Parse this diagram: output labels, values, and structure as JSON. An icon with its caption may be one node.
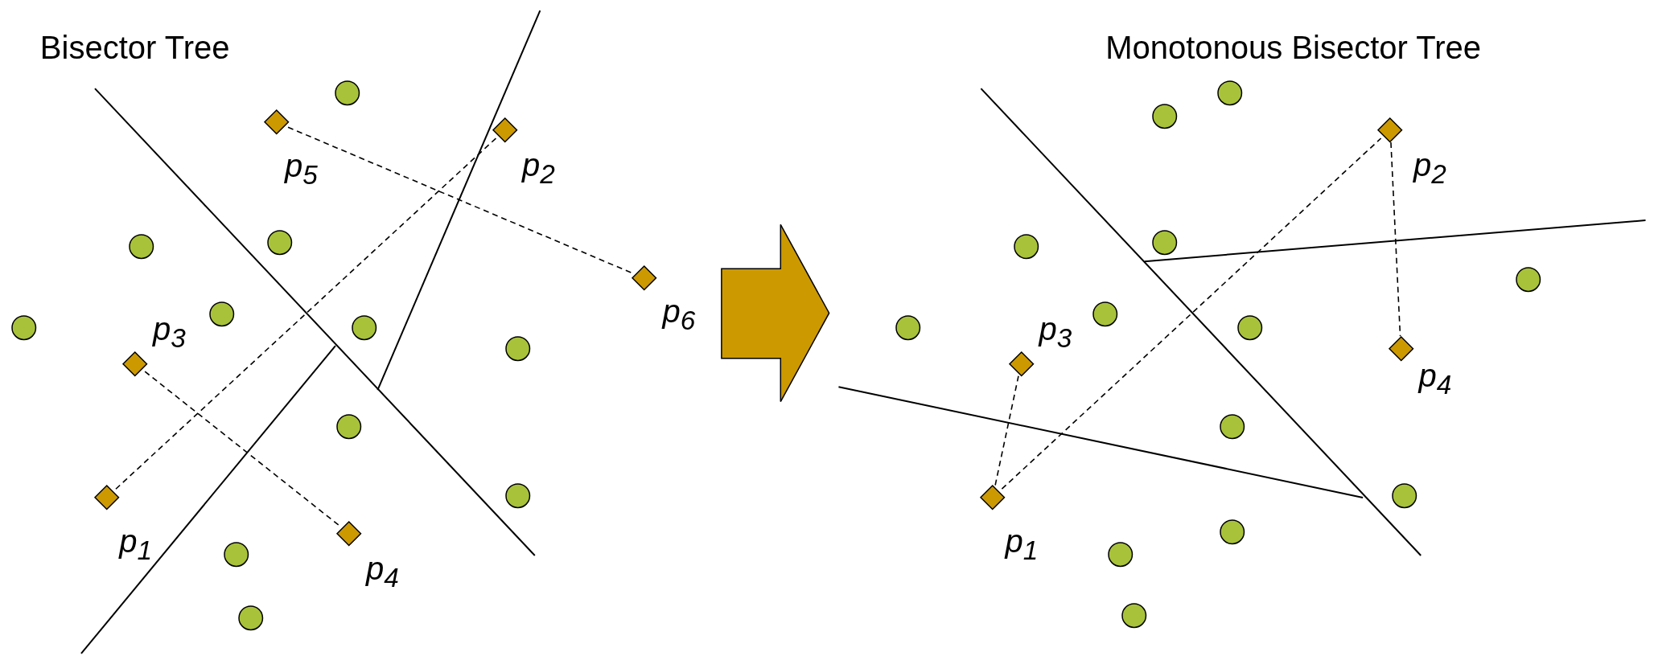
{
  "diagram": {
    "nodes": [
      {
        "text": [],
        "shape": "diamond",
        "beside": [
          "p$_{1}$"
        ]
      },
      {
        "text": [],
        "shape": "diamond",
        "beside": [
          "p$_{2}$"
        ]
      },
      {
        "text": [],
        "shape": "diamond",
        "beside": [
          "p$_{3}$"
        ]
      },
      {
        "text": [],
        "shape": "diamond",
        "beside": [
          "p$_{4}$"
        ]
      },
      {
        "text": [],
        "shape": "diamond",
        "beside": [
          "p$_{5}$"
        ]
      },
      {
        "text": [],
        "shape": "diamond",
        "beside": [
          "p$_{6}$"
        ]
      },
      {
        "text": [],
        "shape": "diamond",
        "beside": [
          "p$_{1}$"
        ]
      },
      {
        "text": [],
        "shape": "diamond",
        "beside": [
          "p$_{2}$"
        ]
      },
      {
        "text": [],
        "shape": "diamond",
        "beside": [
          "p$_{3}$"
        ]
      },
      {
        "text": [],
        "shape": "diamond",
        "beside": [
          "p$_{4}$"
        ]
      },
      {
        "text": [],
        "shape": "circle"
      },
      {
        "text": [],
        "shape": "circle"
      },
      {
        "text": [],
        "shape": "circle"
      },
      {
        "text": [],
        "shape": "circle"
      },
      {
        "text": [],
        "shape": "circle"
      },
      {
        "text": [],
        "shape": "circle"
      },
      {
        "text": [],
        "shape": "circle"
      },
      {
        "text": [],
        "shape": "circle"
      },
      {
        "text": [],
        "shape": "circle"
      },
      {
        "text": [],
        "shape": "circle"
      },
      {
        "text": [],
        "shape": "circle"
      },
      {
        "text": [],
        "shape": "circle"
      },
      {
        "text": [],
        "shape": "circle"
      },
      {
        "text": [],
        "shape": "circle"
      },
      {
        "text": [],
        "shape": "circle"
      },
      {
        "text": [],
        "shape": "circle"
      },
      {
        "text": [],
        "shape": "circle"
      },
      {
        "text": [],
        "shape": "circle"
      },
      {
        "text": [],
        "shape": "circle"
      },
      {
        "text": [],
        "shape": "circle"
      },
      {
        "text": [],
        "shape": "circle"
      },
      {
        "text": [],
        "shape": "circle"
      },
      {
        "text": [],
        "shape": "circle"
      },
      {
        "text": [],
        "shape": "circle"
      }
    ],
    "edges": [
      {
        "from": 0,
        "to": 1,
        "arrow": "none",
        "style": "dashed"
      },
      {
        "from": 4,
        "to": 5,
        "arrow": "none",
        "style": "dashed"
      },
      {
        "from": 2,
        "to": 3,
        "arrow": "none",
        "style": "dashed"
      },
      {
        "from": 6,
        "to": 7,
        "arrow": "none",
        "style": "dashed"
      },
      {
        "from": 6,
        "to": 8,
        "arrow": "none",
        "style": "dashed"
      },
      {
        "from": 7,
        "to": 9,
        "arrow": "none",
        "style": "dashed"
      }
    ],
    "labels": [
      "Bisector Tree",
      "Monotonous Bisector Tree"
    ]
  }
}
